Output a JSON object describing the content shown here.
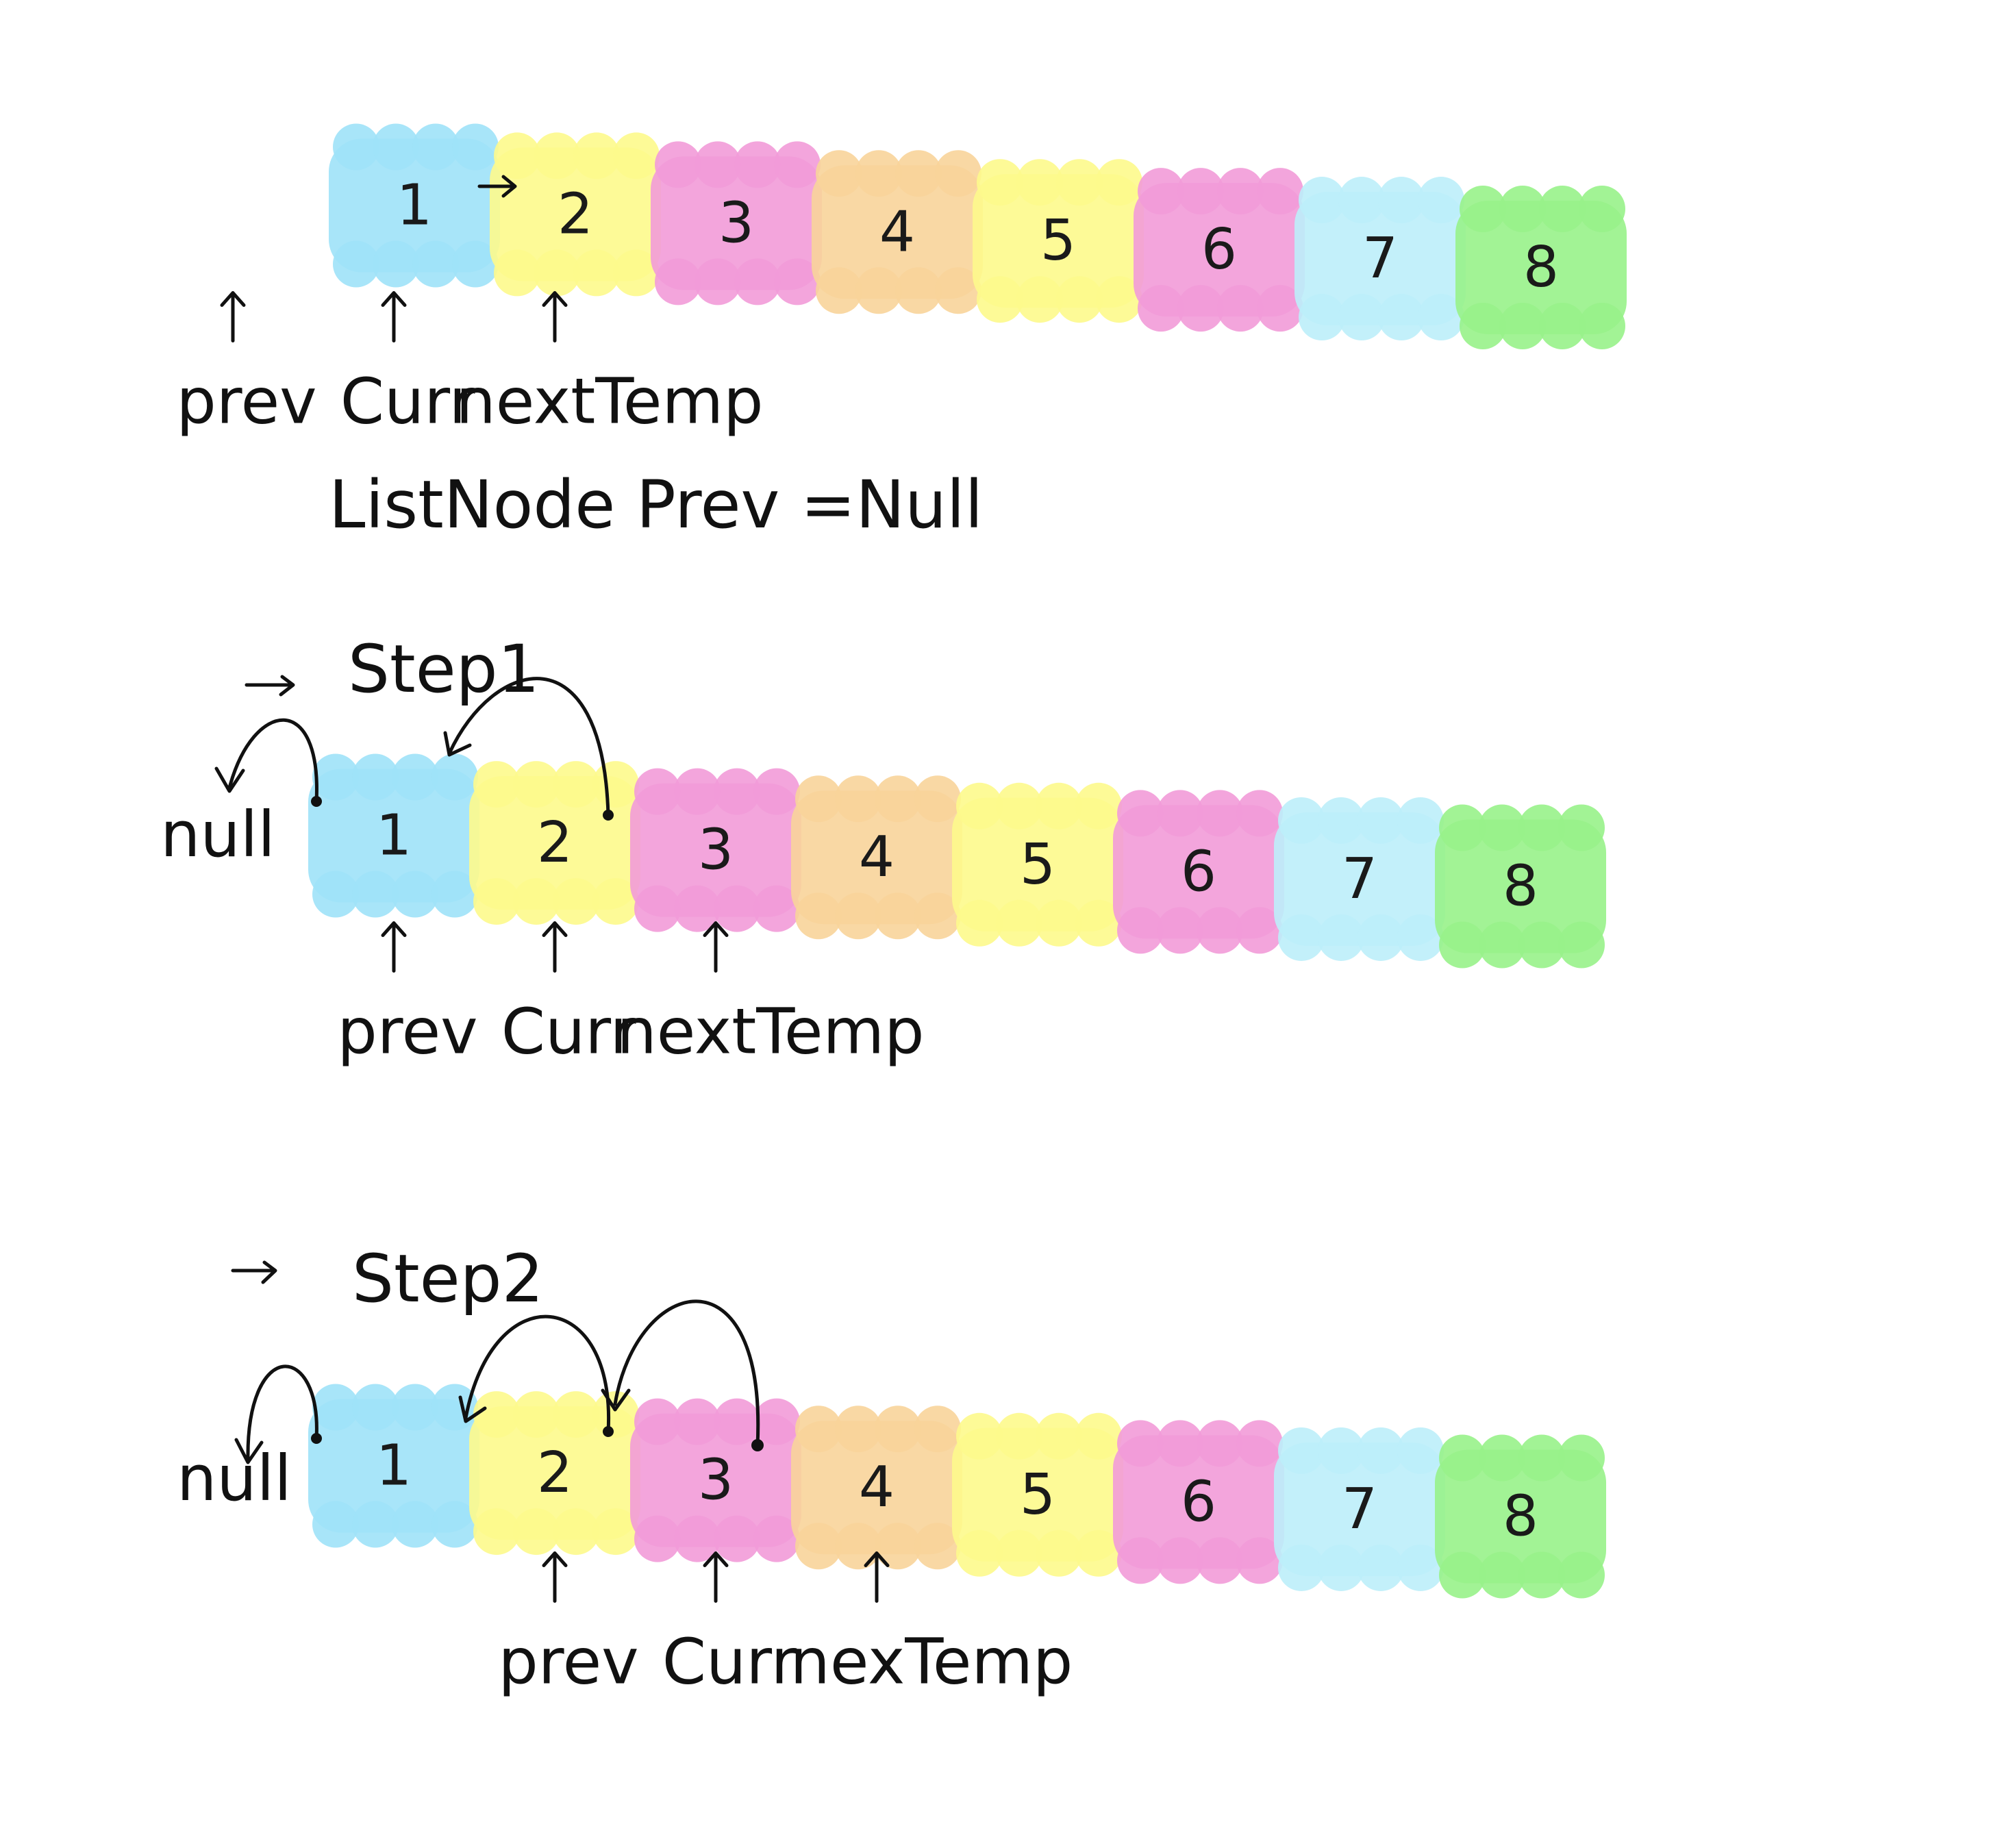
{
  "colors": {
    "blue": "#9fe2f8",
    "yellow": "#fdf98c",
    "pink": "#f29bd8",
    "orange": "#f8d49a",
    "light_blue": "#bdeefa",
    "green": "#98f28a"
  },
  "nodes": [
    {
      "label": "1",
      "color": "blue"
    },
    {
      "label": "2",
      "color": "yellow"
    },
    {
      "label": "3",
      "color": "pink"
    },
    {
      "label": "4",
      "color": "orange"
    },
    {
      "label": "5",
      "color": "yellow"
    },
    {
      "label": "6",
      "color": "pink"
    },
    {
      "label": "7",
      "color": "light_blue"
    },
    {
      "label": "8",
      "color": "green"
    }
  ],
  "rows": [
    {
      "id": "initial",
      "step_label": "",
      "null_label": "",
      "pointers": [
        {
          "label": "prev",
          "slot": -1
        },
        {
          "label": "Curr",
          "slot": 0
        },
        {
          "label": "nextTemp",
          "slot": 1
        }
      ],
      "caption": "ListNode Prev =Null"
    },
    {
      "id": "step1",
      "step_label": "Step1",
      "null_label": "null",
      "pointers": [
        {
          "label": "prev",
          "slot": 0
        },
        {
          "label": "Curr",
          "slot": 1
        },
        {
          "label": "nextTemp",
          "slot": 2
        }
      ],
      "caption": ""
    },
    {
      "id": "step2",
      "step_label": "Step2",
      "null_label": "null",
      "pointers": [
        {
          "label": "prev",
          "slot": 1
        },
        {
          "label": "Curr",
          "slot": 2
        },
        {
          "label": "nexTemp",
          "slot": 3
        }
      ],
      "caption": ""
    }
  ]
}
